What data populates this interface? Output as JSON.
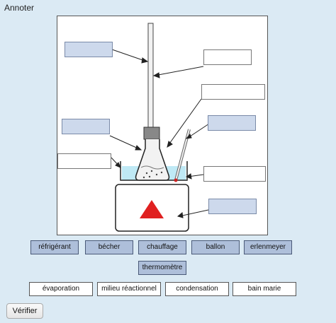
{
  "header": {
    "title": "Annoter"
  },
  "labels_blue": [
    "réfrigérant",
    "bécher",
    "chauffage",
    "ballon",
    "erlenmeyer",
    "thermomètre"
  ],
  "labels_white": [
    "évaporation",
    "milieu réactionnel",
    "condensation",
    "bain marie"
  ],
  "verify_label": "Vérifier",
  "colors": {
    "background": "#dbeaf4",
    "chip_blue": "#aebfda",
    "drop_filled": "#cdd9ec",
    "water": "#bfe9f5",
    "flame": "#e02020"
  },
  "icons": [
    "up-triangle-heating-icon"
  ]
}
